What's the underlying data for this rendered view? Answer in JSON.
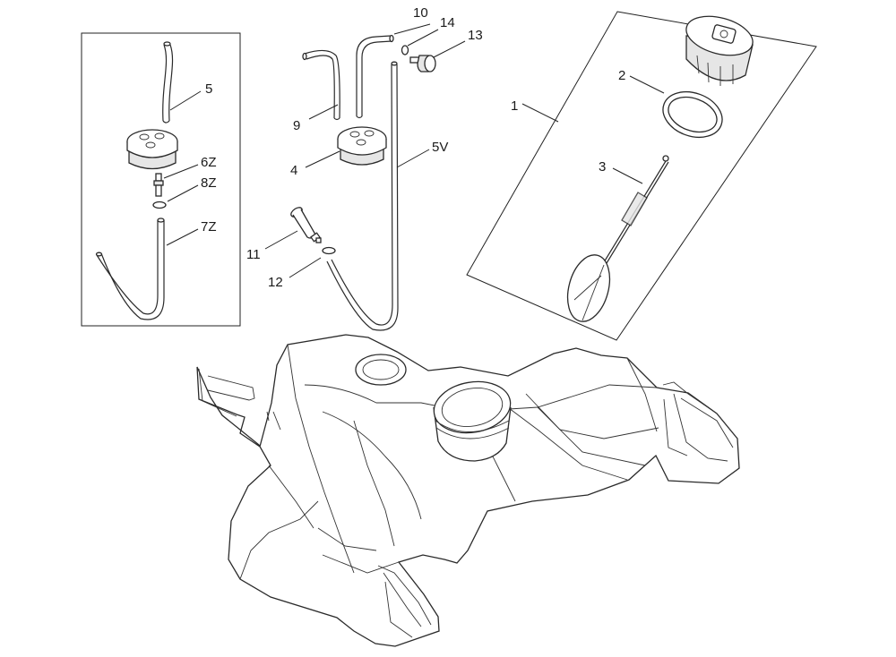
{
  "callouts": {
    "c1": "1",
    "c2": "2",
    "c3": "3",
    "c4": "4",
    "c5": "5",
    "c5v": "5V",
    "c6z": "6Z",
    "c7z": "7Z",
    "c8z": "8Z",
    "c9": "9",
    "c10": "10",
    "c11": "11",
    "c12": "12",
    "c13": "13",
    "c14": "14"
  }
}
